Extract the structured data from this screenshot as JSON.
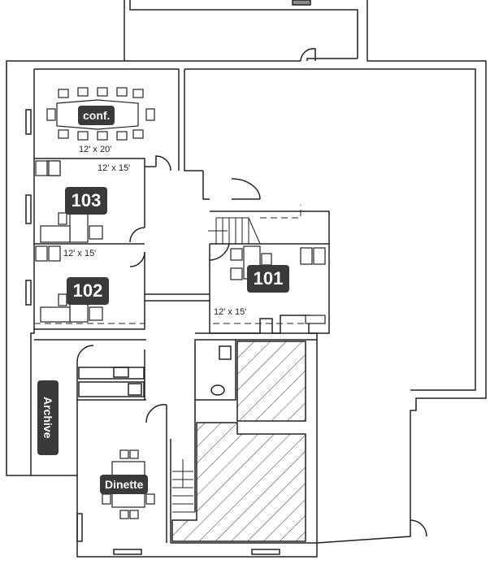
{
  "rooms": {
    "conf": {
      "label": "conf.",
      "size": "12' x 20'"
    },
    "r103": {
      "label": "103",
      "size": "12' x 15'"
    },
    "r102": {
      "label": "102",
      "size": "12' x 15'"
    },
    "r101": {
      "label": "101",
      "size": "12' x 15'"
    },
    "archive": {
      "label": "Archive"
    },
    "dinette": {
      "label": "Dinette"
    }
  },
  "colors": {
    "label_bg": "#3a3a3a",
    "wall": "#222222"
  }
}
